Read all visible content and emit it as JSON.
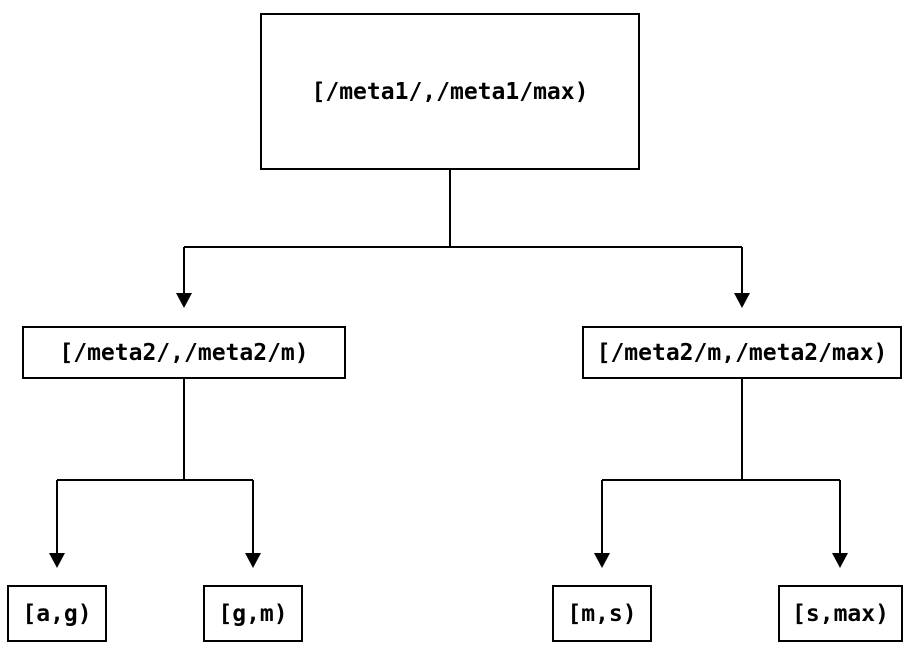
{
  "diagram": {
    "type": "tree",
    "background_color": "#ffffff",
    "line_color": "#000000",
    "text_color": "#000000",
    "nodes": {
      "root": {
        "label": "[/meta1/,/meta1/max)"
      },
      "meta2_low": {
        "label": "[/meta2/,/meta2/m)"
      },
      "meta2_high": {
        "label": "[/meta2/m,/meta2/max)"
      },
      "leaf_a_g": {
        "label": "[a,g)"
      },
      "leaf_g_m": {
        "label": "[g,m)"
      },
      "leaf_m_s": {
        "label": "[m,s)"
      },
      "leaf_s_max": {
        "label": "[s,max)"
      }
    },
    "edges": [
      {
        "from": "root",
        "to": "meta2_low"
      },
      {
        "from": "root",
        "to": "meta2_high"
      },
      {
        "from": "meta2_low",
        "to": "leaf_a_g"
      },
      {
        "from": "meta2_low",
        "to": "leaf_g_m"
      },
      {
        "from": "meta2_high",
        "to": "leaf_m_s"
      },
      {
        "from": "meta2_high",
        "to": "leaf_s_max"
      }
    ]
  }
}
